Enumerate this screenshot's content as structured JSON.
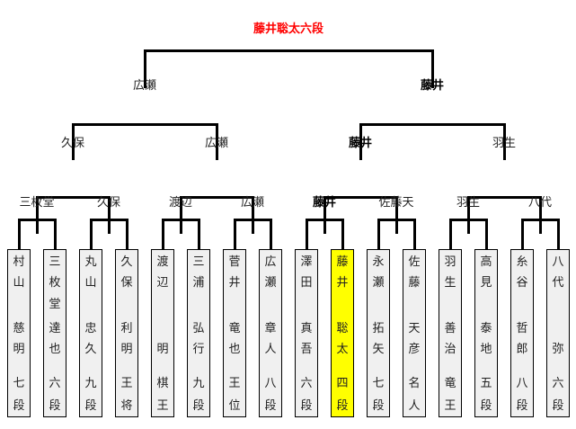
{
  "champion": "藤井聡太六段",
  "highlight_color": "#ffff00",
  "champion_color": "#ff0000",
  "final": [
    {
      "label": "広瀬",
      "bold": false
    },
    {
      "label": "藤井",
      "bold": true
    }
  ],
  "semifinal": [
    {
      "label": "久保",
      "bold": false
    },
    {
      "label": "広瀬",
      "bold": false
    },
    {
      "label": "藤井",
      "bold": true
    },
    {
      "label": "羽生",
      "bold": false
    }
  ],
  "quarterfinal": [
    {
      "label": "三枚堂",
      "bold": false
    },
    {
      "label": "久保",
      "bold": false
    },
    {
      "label": "渡辺",
      "bold": false
    },
    {
      "label": "広瀬",
      "bold": false
    },
    {
      "label": "藤井",
      "bold": true
    },
    {
      "label": "佐藤天",
      "bold": false
    },
    {
      "label": "羽生",
      "bold": false
    },
    {
      "label": "八代",
      "bold": false
    }
  ],
  "players": [
    {
      "surname": "村山",
      "given": "慈明",
      "title": "七段"
    },
    {
      "surname": "三枚堂",
      "given": "達也",
      "title": "六段"
    },
    {
      "surname": "丸山",
      "given": "忠久",
      "title": "九段"
    },
    {
      "surname": "久保",
      "given": "利明",
      "title": "王将"
    },
    {
      "surname": "渡辺",
      "given": "明",
      "title": "棋王"
    },
    {
      "surname": "三浦",
      "given": "弘行",
      "title": "九段"
    },
    {
      "surname": "菅井",
      "given": "竜也",
      "title": "王位"
    },
    {
      "surname": "広瀬",
      "given": "章人",
      "title": "八段"
    },
    {
      "surname": "澤田",
      "given": "真吾",
      "title": "六段"
    },
    {
      "surname": "藤井",
      "given": "聡太",
      "title": "四段",
      "highlight": true
    },
    {
      "surname": "永瀬",
      "given": "拓矢",
      "title": "七段"
    },
    {
      "surname": "佐藤",
      "given": "天彦",
      "title": "名人"
    },
    {
      "surname": "羽生",
      "given": "善治",
      "title": "竜王"
    },
    {
      "surname": "高見",
      "given": "泰地",
      "title": "五段"
    },
    {
      "surname": "糸谷",
      "given": "哲郎",
      "title": "八段"
    },
    {
      "surname": "八代",
      "given": "弥",
      "title": "六段"
    }
  ]
}
